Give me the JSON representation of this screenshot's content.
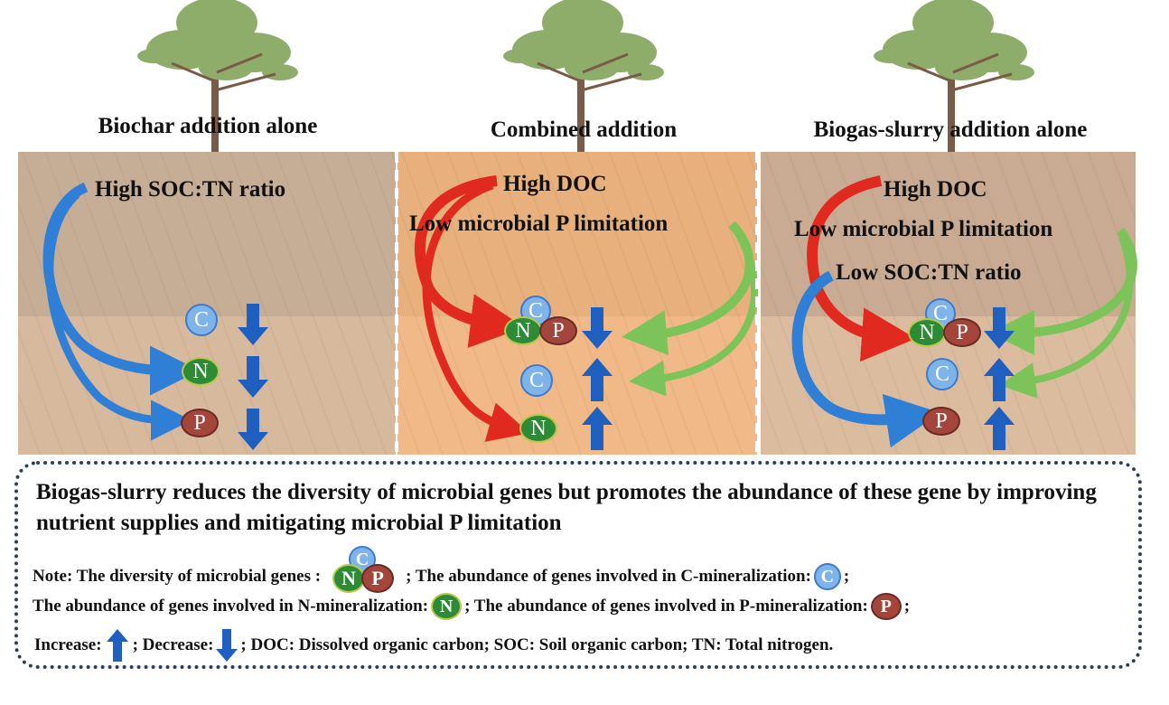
{
  "panels": [
    {
      "title": "Biochar addition alone",
      "labels": [
        "High SOC:TN ratio"
      ],
      "soil_color_top": "#c6ad96",
      "soil_color_bottom": "#d7b99d",
      "effects": [
        {
          "nutrient": "C",
          "direction": "decrease"
        },
        {
          "nutrient": "N",
          "direction": "decrease"
        },
        {
          "nutrient": "P",
          "direction": "decrease"
        }
      ]
    },
    {
      "title": "Combined addition",
      "labels": [
        "High DOC",
        "Low microbial P limitation"
      ],
      "soil_color_top": "#e8b07c",
      "soil_color_bottom": "#f0b987",
      "effects": [
        {
          "nutrient": "CNP",
          "direction": "decrease"
        },
        {
          "nutrient": "C",
          "direction": "increase"
        },
        {
          "nutrient": "N",
          "direction": "increase"
        }
      ]
    },
    {
      "title": "Biogas-slurry addition alone",
      "labels": [
        "High DOC",
        "Low microbial P limitation",
        "Low SOC:TN ratio"
      ],
      "soil_color_top": "#c8ab92",
      "soil_color_bottom": "#dbbc9f",
      "effects": [
        {
          "nutrient": "CNP",
          "direction": "decrease"
        },
        {
          "nutrient": "C",
          "direction": "increase"
        },
        {
          "nutrient": "P",
          "direction": "increase"
        }
      ]
    }
  ],
  "nutrients": {
    "C": "C",
    "N": "N",
    "P": "P"
  },
  "colors": {
    "c_fill": "#7fb4ea",
    "n_fill": "#2e8b35",
    "p_fill": "#a4453c",
    "arrow_blue": "#1f5fbf",
    "flow_blue": "#2f7fd6",
    "flow_red": "#e02a20",
    "flow_green": "#7cc35a",
    "border": "#2b3f5c"
  },
  "summary": "Biogas-slurry reduces the diversity of microbial genes but promotes the abundance of these gene by improving nutrient supplies and mitigating microbial P limitation",
  "notes": {
    "line1_a": "Note: The diversity of microbial genes :",
    "line1_b": "; The abundance of genes involved in C-mineralization:",
    "line1_c": ";",
    "line2_a": "The abundance of genes involved in N-mineralization:",
    "line2_b": "; The abundance of genes involved in P-mineralization:",
    "line2_c": ";",
    "line3_a": "Increase:",
    "line3_b": "; Decrease:",
    "line3_c": "; DOC: Dissolved organic carbon; SOC: Soil organic carbon; TN: Total nitrogen."
  }
}
